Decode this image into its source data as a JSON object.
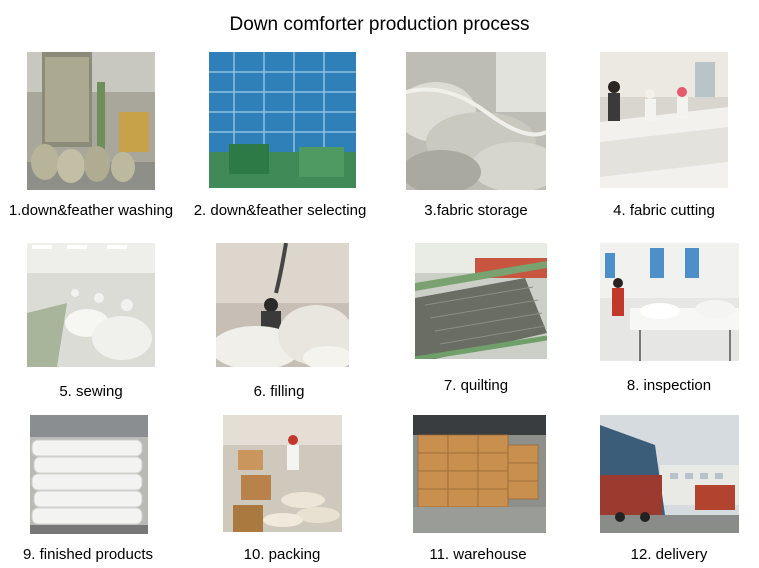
{
  "title": "Down comforter production process",
  "steps": [
    {
      "label": "1.down&feather washing"
    },
    {
      "label": "2. down&feather selecting"
    },
    {
      "label": "3.fabric storage"
    },
    {
      "label": "4. fabric cutting"
    },
    {
      "label": "5. sewing"
    },
    {
      "label": "6. filling"
    },
    {
      "label": "7. quilting"
    },
    {
      "label": "8. inspection"
    },
    {
      "label": "9. finished products"
    },
    {
      "label": "10. packing"
    },
    {
      "label": "11. warehouse"
    },
    {
      "label": "12. delivery"
    }
  ]
}
